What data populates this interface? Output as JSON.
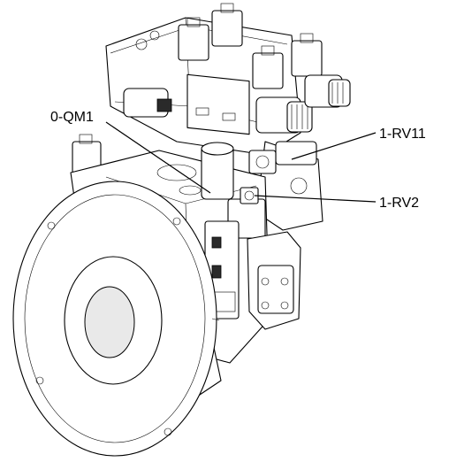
{
  "callouts": {
    "qm1": "0-QM1",
    "rv11": "1-RV11",
    "rv2": "1-RV2"
  }
}
